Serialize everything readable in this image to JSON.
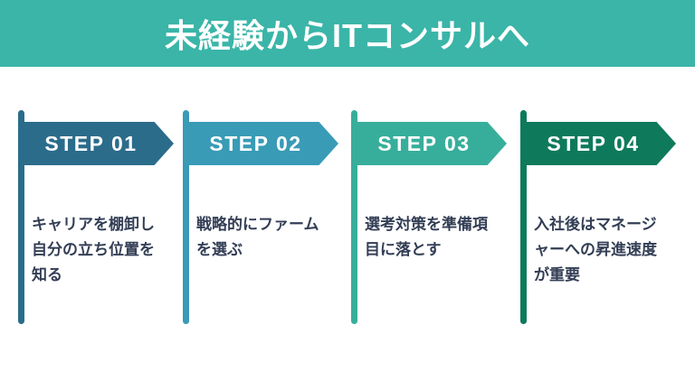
{
  "banner": {
    "title": "未経験からITコンサルへ",
    "bg_color": "#3AB5A8",
    "text_color": "#ffffff"
  },
  "steps": [
    {
      "label": "STEP 01",
      "color": "#2B6C8B",
      "description": "キャリアを棚卸し\n自分の立ち位置を\n知る"
    },
    {
      "label": "STEP 02",
      "color": "#399BB6",
      "description": "戦略的にファーム\nを選ぶ"
    },
    {
      "label": "STEP 03",
      "color": "#37AE9B",
      "description": "選考対策を準備項\n目に落とす"
    },
    {
      "label": "STEP 04",
      "color": "#0E7A5B",
      "description": "入社後はマネージ\nャーへの昇進速度\nが重要"
    }
  ],
  "description_text_color": "#333E55"
}
